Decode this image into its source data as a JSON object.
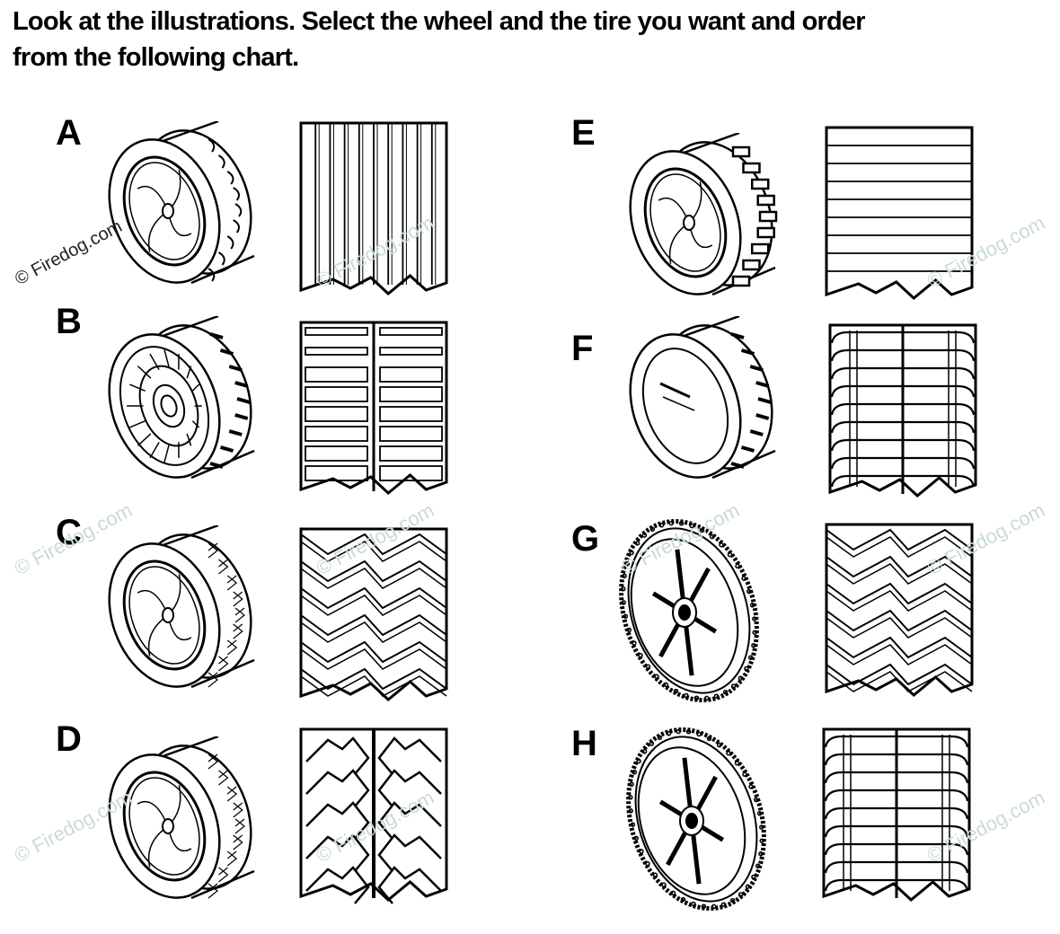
{
  "heading": {
    "line1": "Look at the illustrations. Select the wheel and the tire you want and order",
    "line2": "from the following chart."
  },
  "watermark_text": "© Firedog.com",
  "options": [
    {
      "letter": "A",
      "wheel_type": "plastic hub, ribbed tire",
      "tread_pattern": "straight-rib"
    },
    {
      "letter": "B",
      "wheel_type": "spoked hub, block tread tire",
      "tread_pattern": "split-bar"
    },
    {
      "letter": "C",
      "wheel_type": "plastic hub, diamond tread tire",
      "tread_pattern": "chevron"
    },
    {
      "letter": "D",
      "wheel_type": "plastic hub, knobby tread tire",
      "tread_pattern": "knobby"
    },
    {
      "letter": "E",
      "wheel_type": "plastic hub, lug tread tire",
      "tread_pattern": "horizontal-bar"
    },
    {
      "letter": "F",
      "wheel_type": "solid hub cap, block tread tire",
      "tread_pattern": "curved-bar"
    },
    {
      "letter": "G",
      "wheel_type": "six-spoke wheel, diamond tread tire",
      "tread_pattern": "chevron"
    },
    {
      "letter": "H",
      "wheel_type": "six-spoke wheel, diamond tread tire",
      "tread_pattern": "curved-bar"
    }
  ]
}
